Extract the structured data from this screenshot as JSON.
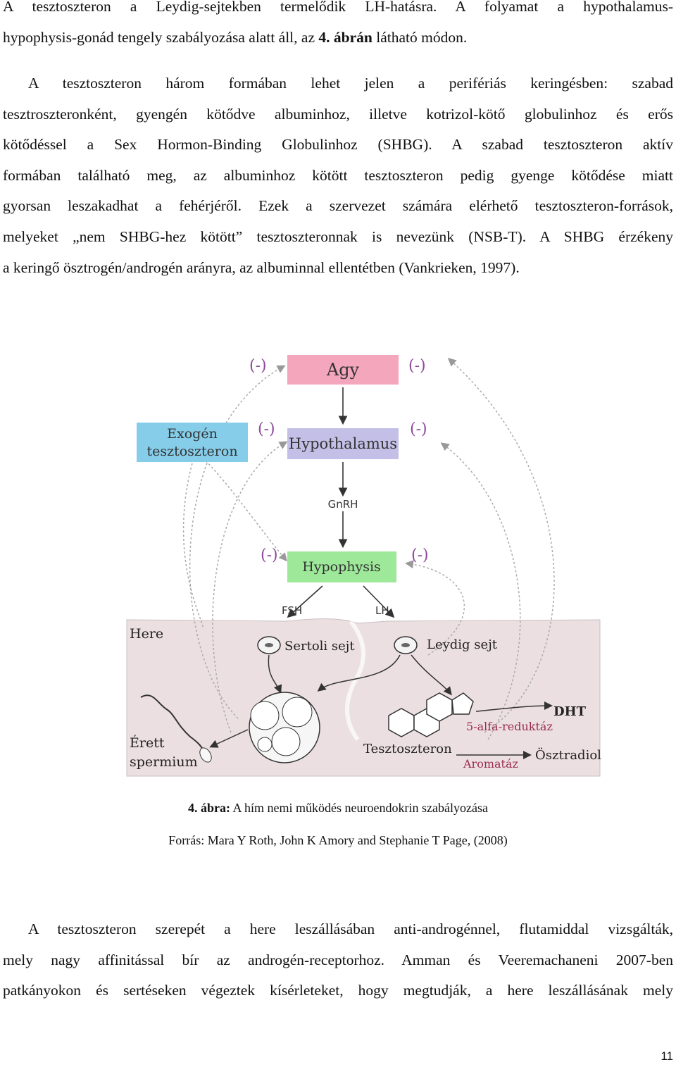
{
  "page": {
    "top_paragraph": [
      {
        "text": "A tesztoszteron a Leydig-sejtekben termelődik LH-hatásra. A folyamat a hypothalamus-",
        "bold": ""
      },
      {
        "text": "hypophysis-gonád tengely szabályozása alatt áll, az ",
        "bold": "4. ábrán",
        "after": " látható módon."
      }
    ],
    "second_paragraph": [
      "A tesztoszteron három formában lehet jelen a perifériás keringésben: szabad",
      "tesztroszteronként, gyengén kötődve albuminhoz, illetve kotrizol-kötő globulinhoz és erős",
      "kötődéssel a Sex Hormon-Binding Globulinhoz (SHBG). A szabad tesztoszteron aktív",
      "formában található meg, az albuminhoz kötött tesztoszteron pedig gyenge kötődése miatt",
      "gyorsan leszakadhat a fehérjéről. Ezek a szervezet számára elérhető tesztoszteron-források,",
      "melyeket „nem SHBG-hez kötött” tesztoszteronnak is nevezünk (NSB-T). A SHBG érzékeny",
      "a keringő ösztrogén/androgén arányra, az albuminnal ellentétben (Vankrieken, 1997)."
    ],
    "bottom_paragraph": [
      "A tesztoszteron szerepét a here leszállásában anti-androgénnel, flutamiddal vizsgálták,",
      "mely nagy affinitással bír az androgén-receptorhoz. Amman és Veeremachaneni 2007-ben",
      "patkányokon és sertéseken végeztek kísérleteket, hogy megtudják, a here leszállásának mely"
    ],
    "page_number": "11"
  },
  "figure": {
    "boxes": {
      "agy": "Agy",
      "hypothalamus": "Hypothalamus",
      "exogen_line1": "Exogén",
      "exogen_line2": "tesztoszteron",
      "hypophysis": "Hypophysis"
    },
    "labels": {
      "negative": "(-)",
      "gnrh": "GnRH",
      "fsh": "FSH",
      "lh": "LH",
      "here": "Here",
      "sertoli": "Sertoli sejt",
      "leydig": "Leydig sejt",
      "erett_line1": "Érett",
      "erett_line2": "spermium",
      "tesztoszteron": "Tesztoszteron",
      "dht": "DHT",
      "reduktaz": "5-alfa-reduktáz",
      "aromataz": "Aromatáz",
      "osztradiol": "Ösztradiol"
    },
    "colors": {
      "agy": "#f4a6bd",
      "hypothalamus": "#c4bfe6",
      "exogen": "#86cde9",
      "hypophysis": "#9ee89a",
      "testis_bg": "#ecdfe2",
      "negative_sign": "#8e4a9b",
      "reduktaz_text": "#9a2d4f"
    }
  },
  "caption": {
    "figure_label": "4. ábra:",
    "title": " A hím nemi működés neuroendokrin szabályozása",
    "source": "Forrás: Mara Y Roth, John K Amory and Stephanie T Page, (2008)"
  }
}
